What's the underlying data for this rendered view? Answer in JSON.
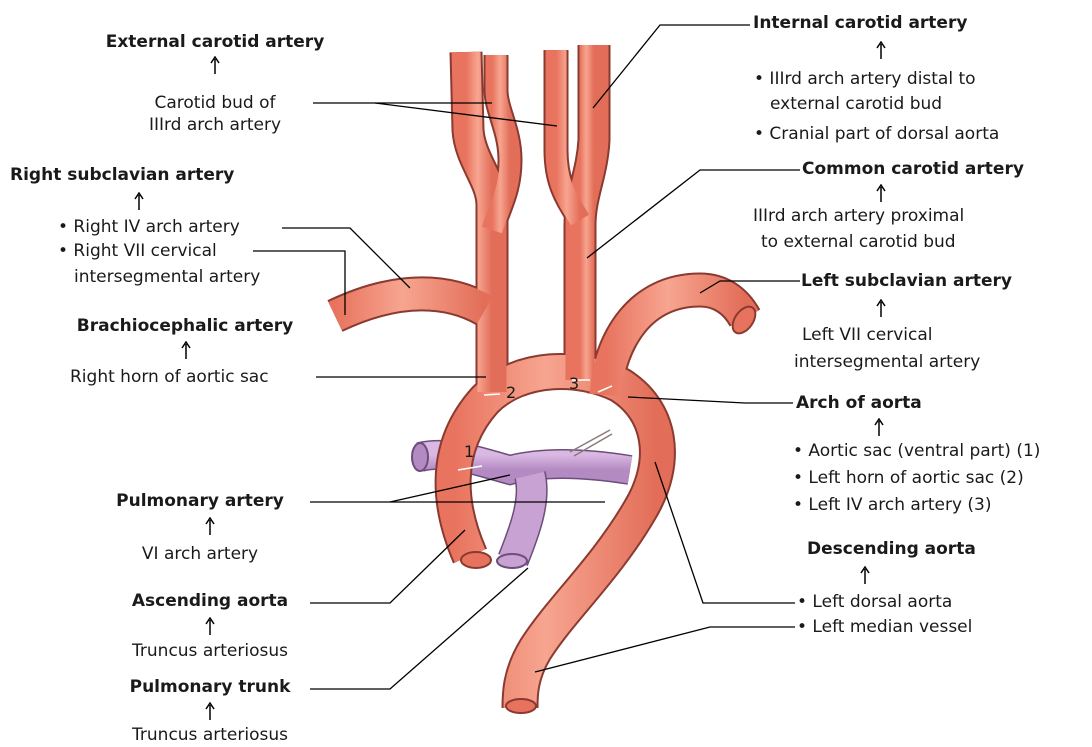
{
  "colors": {
    "artery": "#f1907a",
    "artery_outline": "#8a3a30",
    "pulmonary": "#c9a2d4",
    "pulmonary_outline": "#6d4d7a",
    "leader": "#000000"
  },
  "labels": {
    "external_carotid": {
      "title": "External carotid artery",
      "origin": "Carotid bud of\nIIIrd arch artery"
    },
    "right_subclavian": {
      "title": "Right subclavian artery",
      "item1": "• Right IV arch artery",
      "item2": "• Right VII cervical",
      "item3": "intersegmental artery"
    },
    "brachiocephalic": {
      "title": "Brachiocephalic artery",
      "origin": "Right horn of aortic sac"
    },
    "pulmonary_artery": {
      "title": "Pulmonary artery",
      "origin": "VI arch artery"
    },
    "ascending_aorta": {
      "title": "Ascending aorta",
      "origin": "Truncus arteriosus"
    },
    "pulmonary_trunk": {
      "title": "Pulmonary trunk",
      "origin": "Truncus arteriosus"
    },
    "internal_carotid": {
      "title": "Internal carotid artery",
      "item1": "• IIIrd arch artery distal to",
      "item2": "external carotid bud",
      "item3": "• Cranial part of dorsal aorta"
    },
    "common_carotid": {
      "title": "Common carotid artery",
      "origin1": "IIIrd arch artery proximal",
      "origin2": "to external carotid bud"
    },
    "left_subclavian": {
      "title": "Left subclavian artery",
      "origin1": "Left VII cervical",
      "origin2": "intersegmental artery"
    },
    "arch_of_aorta": {
      "title": "Arch of aorta",
      "item1": "• Aortic sac (ventral part) (1)",
      "item2": "• Left horn of aortic sac (2)",
      "item3": "• Left IV arch artery (3)"
    },
    "descending_aorta": {
      "title": "Descending aorta",
      "item1": "• Left dorsal aorta",
      "item2": "• Left median vessel"
    }
  },
  "numbers": {
    "n1": "1",
    "n2": "2",
    "n3": "3"
  }
}
